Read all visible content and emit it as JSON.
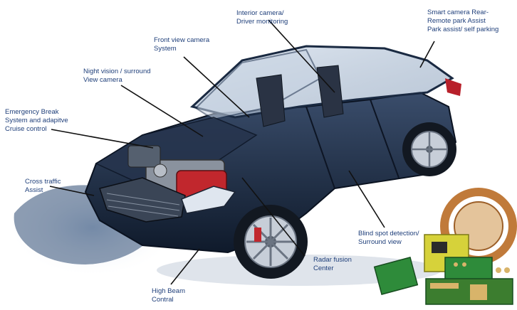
{
  "labels": {
    "interior_camera": [
      "Interior camera/",
      "Driver monitoring"
    ],
    "smart_camera": [
      "Smart camera Rear-",
      "Remote park Assist",
      "Park assist/ self parking"
    ],
    "front_view": [
      "Front view camera",
      "System"
    ],
    "night_vision": [
      "Night vision / surround",
      "View camera"
    ],
    "emergency_break": [
      "Emergency Break",
      "System and adapitve",
      "Cruise control"
    ],
    "cross_traffic": [
      "Cross traffic",
      "Assist"
    ],
    "blind_spot": [
      "Blind spot detection/",
      "Surround view"
    ],
    "radar_fusion": [
      "Radar fusion",
      "Center"
    ],
    "high_beam": [
      "High Beam",
      "Contral"
    ]
  },
  "colors": {
    "label_text": "#1f3f7a",
    "leader_line": "#111111",
    "car_body": "#1c2b44",
    "pcb_green": "#2e8b3a",
    "pcb_yellow": "#d6d23a",
    "pcb_copper": "#c07a3a"
  }
}
